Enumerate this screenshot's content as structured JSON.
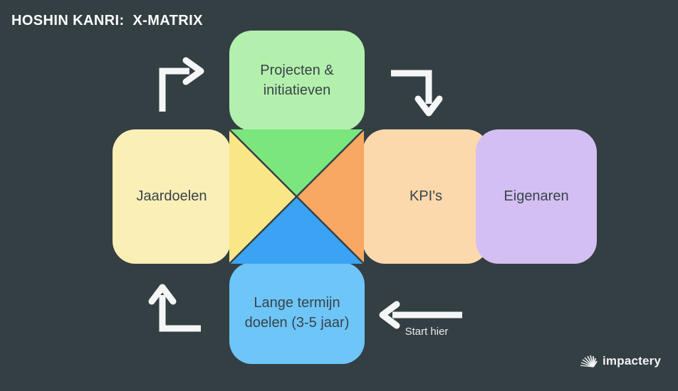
{
  "title": "HOSHIN KANRI:  X-MATRIX",
  "matrix": {
    "top": {
      "label": "Projecten & initiatieven"
    },
    "left": {
      "label": "Jaardoelen"
    },
    "right": {
      "label": "KPI's"
    },
    "far_right": {
      "label": "Eigenaren"
    },
    "bottom": {
      "label": "Lange termijn doelen (3-5 jaar)"
    }
  },
  "annotations": {
    "start_label": "Start hier"
  },
  "logo": {
    "text": "impactery"
  },
  "colors": {
    "background": "#343F44",
    "title_text": "#FFFFFF",
    "box_text": "#39434A",
    "green_box": "#B4F0AD",
    "green_triangle": "#7BE57E",
    "yellow_box": "#FAEFB6",
    "yellow_triangle": "#F9E687",
    "peach_box": "#FCD9AD",
    "orange_triangle": "#F8A862",
    "blue_box": "#6EC5F8",
    "blue_triangle": "#3AA3F4",
    "purple_box": "#D4BFF3",
    "arrow": "#F5F6F6",
    "start_label_text": "#E7E9E9"
  },
  "icons": {
    "arrow_top_left": "elbow-arrow-up-right",
    "arrow_top_right": "elbow-arrow-right-down",
    "arrow_bottom_left": "elbow-arrow-left-up",
    "arrow_start": "arrow-left",
    "logo_icon": "fan-rays"
  }
}
